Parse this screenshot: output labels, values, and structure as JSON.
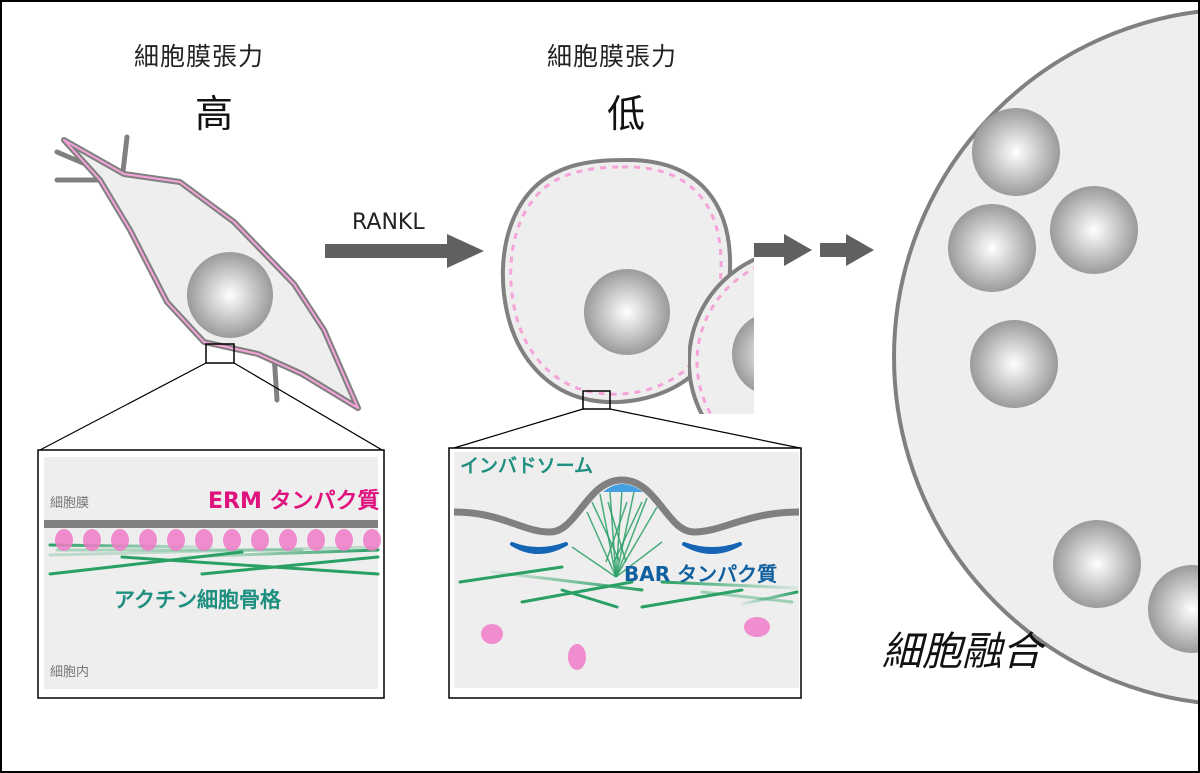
{
  "labels": {
    "tension_left": "細胞膜張力",
    "level_high": "高",
    "tension_mid": "細胞膜張力",
    "level_low": "低",
    "rankl": "RANKL",
    "membrane_small": "細胞膜",
    "erm_protein": "ERM タンパク質",
    "actin": "アクチン細胞骨格",
    "cytoplasm_small": "細胞内",
    "invadosome": "インバドソーム",
    "bar_protein": "BAR タンパク質",
    "cell_fusion": "細胞融合"
  },
  "colors": {
    "membrane_gray": "#808080",
    "erm_pink": "#f07bc8",
    "actin_green": "#2aa065",
    "bar_blue": "#1565b5",
    "cell_fill": "#eeeeee"
  }
}
